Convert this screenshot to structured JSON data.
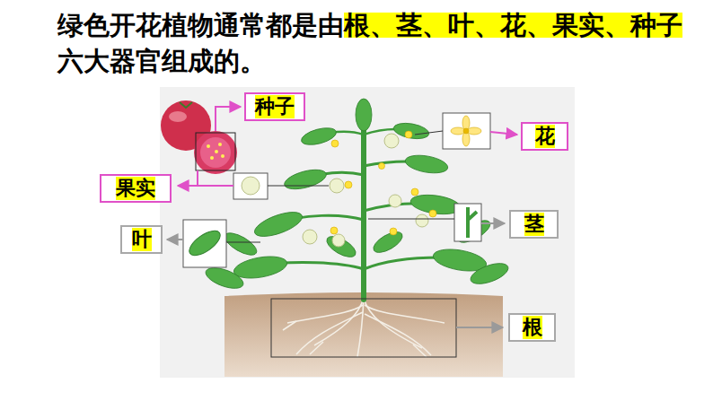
{
  "diagram": {
    "title": "绿色开花植物通常都是由根、茎、叶、花、果实、种子六大器官组成的。",
    "nodes": [
      {
        "text": [
          "种子"
        ]
      },
      {
        "text": [
          "花"
        ]
      },
      {
        "text": [
          "果实"
        ]
      },
      {
        "text": [
          "叶"
        ]
      },
      {
        "text": [
          "茎"
        ]
      },
      {
        "text": [
          "根"
        ]
      }
    ]
  }
}
